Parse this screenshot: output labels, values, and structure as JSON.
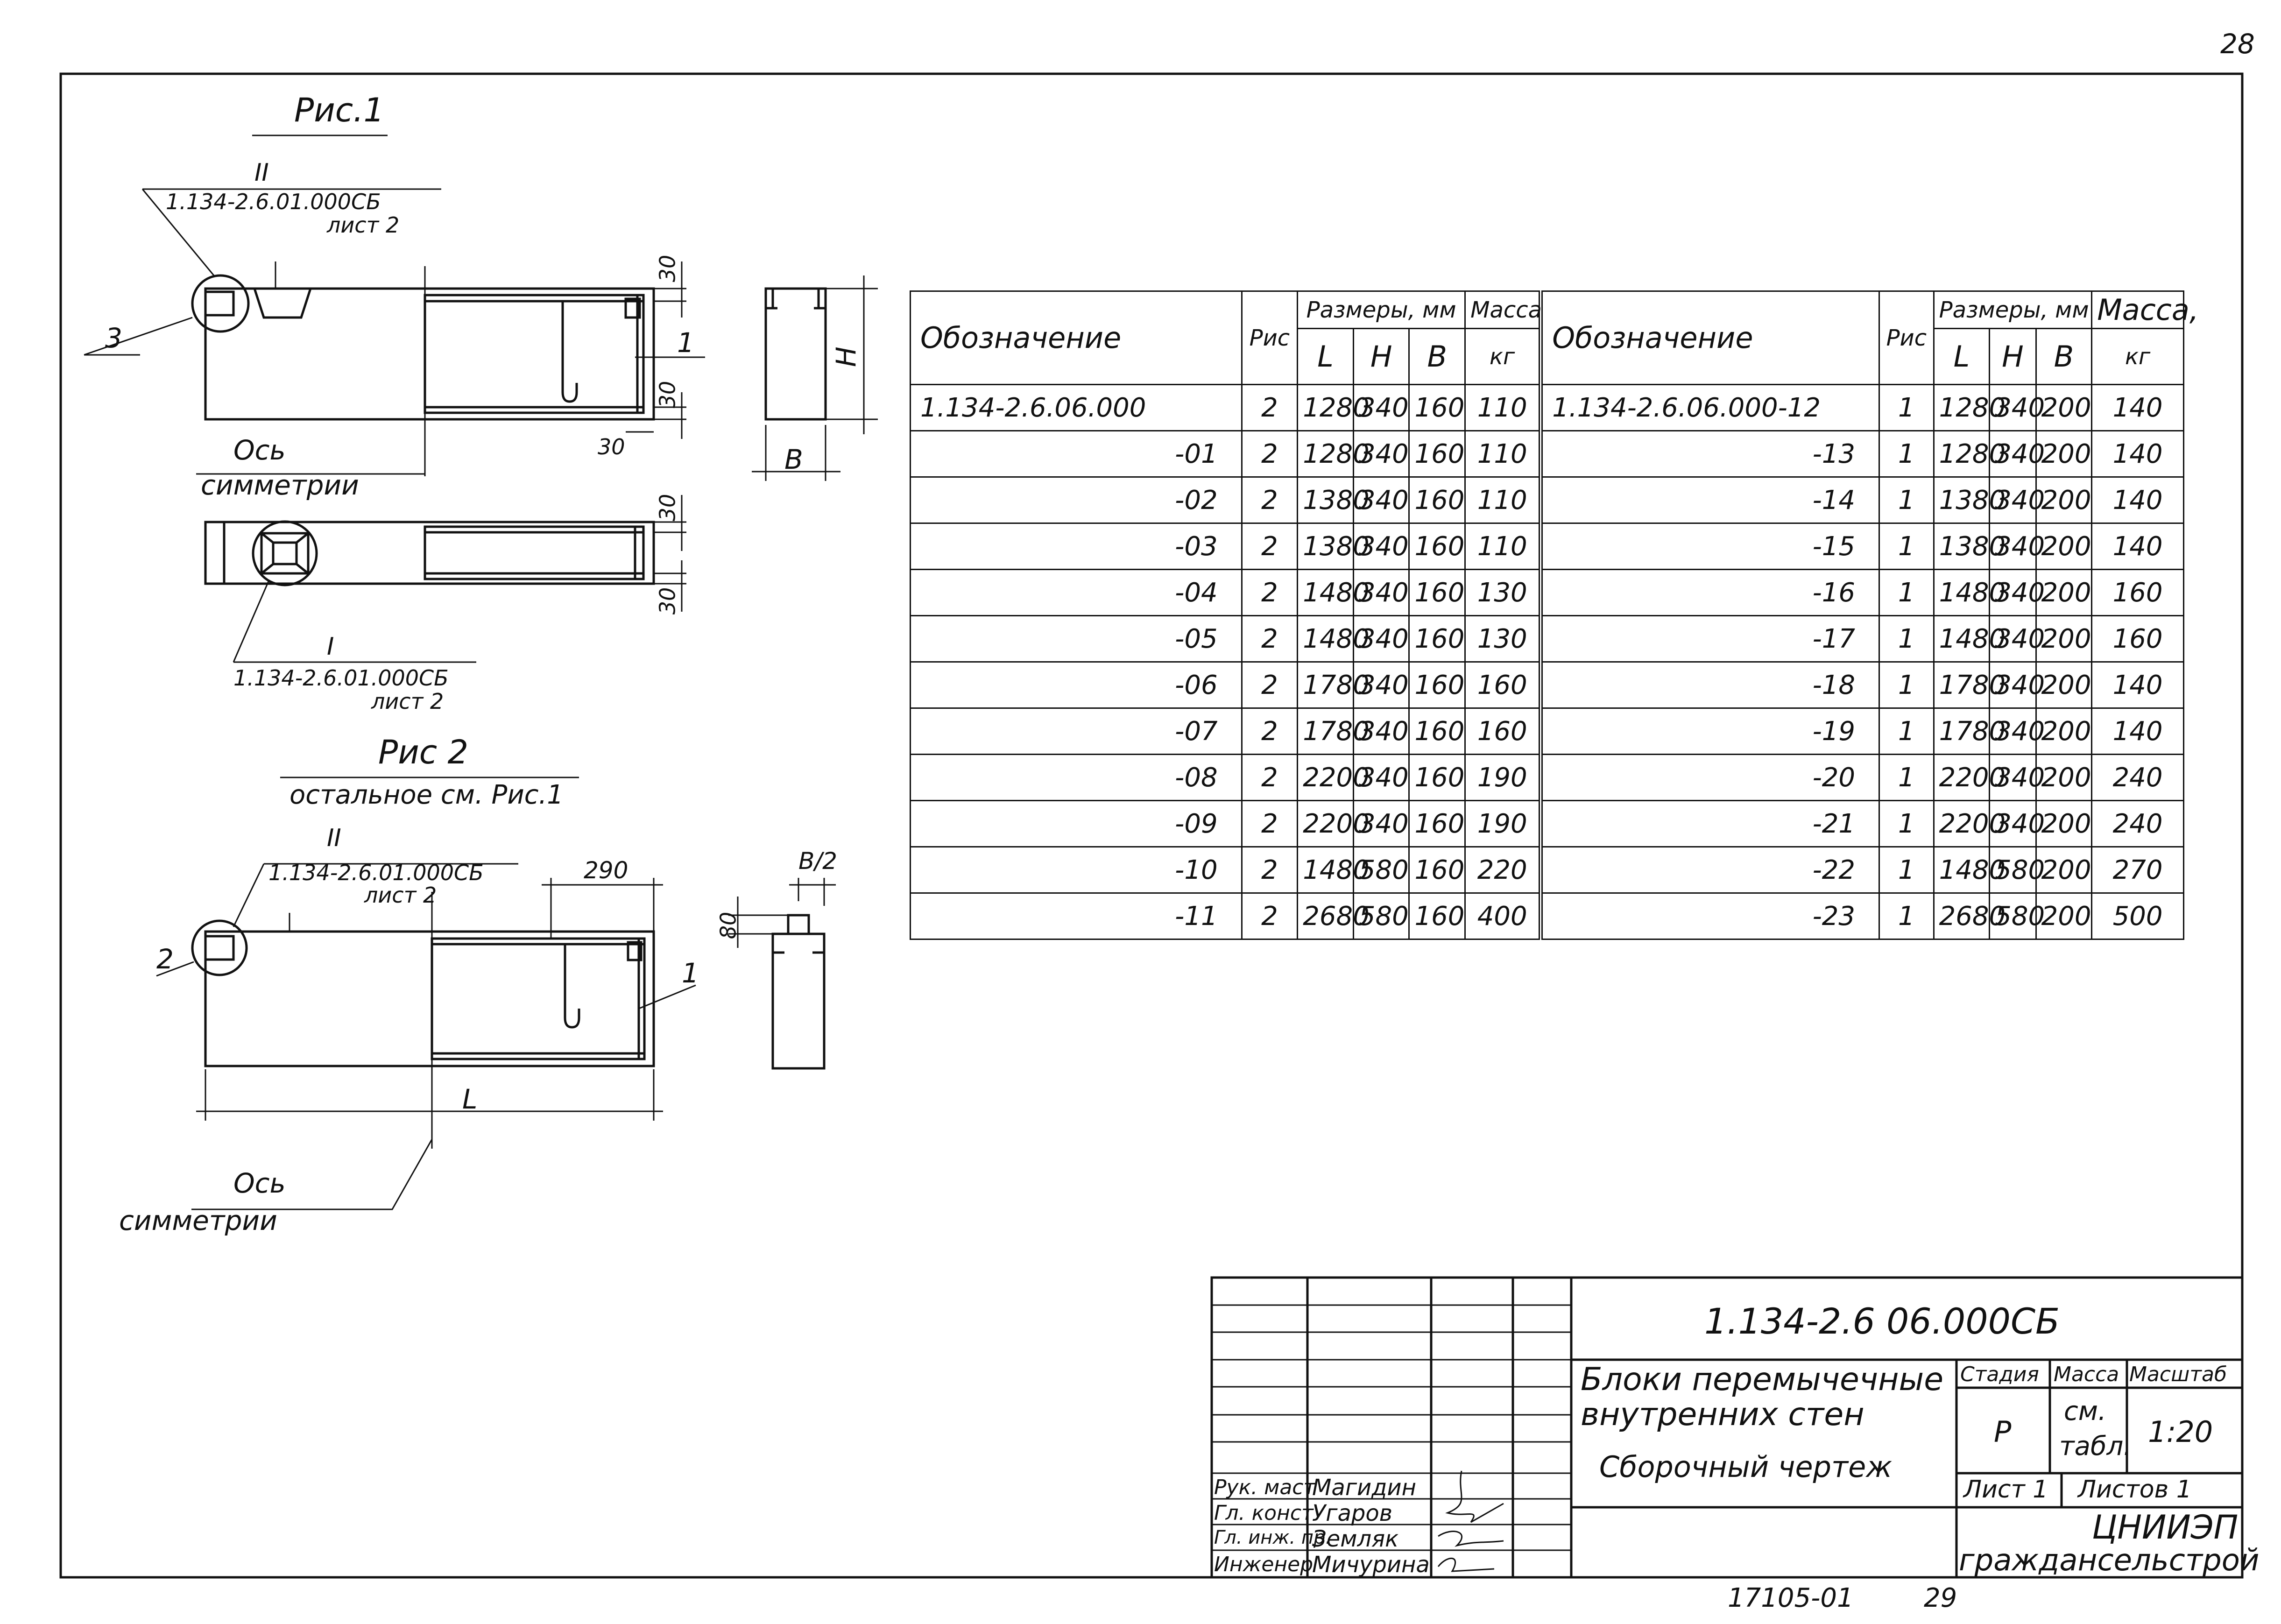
{
  "page_number": "28",
  "fig1": {
    "title": "Рис.1",
    "ref_top_num": "II",
    "ref_top_code": "1.134-2.6.01.000СБ",
    "ref_top_sheet": "лист 2",
    "ref_bottom_num": "I",
    "ref_bottom_code": "1.134-2.6.01.000СБ",
    "ref_bottom_sheet": "лист 2",
    "callout_3": "3",
    "callout_1": "1",
    "axis_label_1": "Ось",
    "axis_label_2": "симметрии",
    "dim_30_a": "30",
    "dim_30_b": "30",
    "dim_30_c": "30",
    "dim_30_d": "30",
    "dim_30_e": "30",
    "dim_H": "H",
    "dim_B": "B"
  },
  "fig2": {
    "title": "Рис 2",
    "subtitle": "остальное см. Рис.1",
    "ref_num": "II",
    "ref_code": "1.134-2.6.01.000СБ",
    "ref_sheet": "лист 2",
    "dim_290": "290",
    "dim_B2": "B/2",
    "dim_80": "80",
    "dim_L": "L",
    "callout_2": "2",
    "callout_1": "1",
    "axis_label_1": "Ось",
    "axis_label_2": "симметрии"
  },
  "spec_table": {
    "header": {
      "designation": "Обозначение",
      "fig": "Рис",
      "sizes": "Размеры, мм",
      "L": "L",
      "H": "H",
      "B": "B",
      "mass": "Масса",
      "mass_unit": "кг",
      "designation2": "Обозначение",
      "fig2": "Рис",
      "sizes2": "Размеры, мм",
      "L2": "L",
      "H2": "H",
      "B2": "B",
      "mass2": "Масса,",
      "mass_unit2": "кг"
    },
    "rows": [
      {
        "d1": "1.134-2.6.06.000",
        "f1": "2",
        "L1": "1280",
        "H1": "340",
        "B1": "160",
        "m1": "110",
        "d2": "1.134-2.6.06.000-12",
        "f2": "1",
        "L2": "1280",
        "H2": "340",
        "B2": "200",
        "m2": "140"
      },
      {
        "d1": "-01",
        "f1": "2",
        "L1": "1280",
        "H1": "340",
        "B1": "160",
        "m1": "110",
        "d2": "-13",
        "f2": "1",
        "L2": "1280",
        "H2": "340",
        "B2": "200",
        "m2": "140"
      },
      {
        "d1": "-02",
        "f1": "2",
        "L1": "1380",
        "H1": "340",
        "B1": "160",
        "m1": "110",
        "d2": "-14",
        "f2": "1",
        "L2": "1380",
        "H2": "340",
        "B2": "200",
        "m2": "140"
      },
      {
        "d1": "-03",
        "f1": "2",
        "L1": "1380",
        "H1": "340",
        "B1": "160",
        "m1": "110",
        "d2": "-15",
        "f2": "1",
        "L2": "1380",
        "H2": "340",
        "B2": "200",
        "m2": "140"
      },
      {
        "d1": "-04",
        "f1": "2",
        "L1": "1480",
        "H1": "340",
        "B1": "160",
        "m1": "130",
        "d2": "-16",
        "f2": "1",
        "L2": "1480",
        "H2": "340",
        "B2": "200",
        "m2": "160"
      },
      {
        "d1": "-05",
        "f1": "2",
        "L1": "1480",
        "H1": "340",
        "B1": "160",
        "m1": "130",
        "d2": "-17",
        "f2": "1",
        "L2": "1480",
        "H2": "340",
        "B2": "200",
        "m2": "160"
      },
      {
        "d1": "-06",
        "f1": "2",
        "L1": "1780",
        "H1": "340",
        "B1": "160",
        "m1": "160",
        "d2": "-18",
        "f2": "1",
        "L2": "1780",
        "H2": "340",
        "B2": "200",
        "m2": "140"
      },
      {
        "d1": "-07",
        "f1": "2",
        "L1": "1780",
        "H1": "340",
        "B1": "160",
        "m1": "160",
        "d2": "-19",
        "f2": "1",
        "L2": "1780",
        "H2": "340",
        "B2": "200",
        "m2": "140"
      },
      {
        "d1": "-08",
        "f1": "2",
        "L1": "2200",
        "H1": "340",
        "B1": "160",
        "m1": "190",
        "d2": "-20",
        "f2": "1",
        "L2": "2200",
        "H2": "340",
        "B2": "200",
        "m2": "240"
      },
      {
        "d1": "-09",
        "f1": "2",
        "L1": "2200",
        "H1": "340",
        "B1": "160",
        "m1": "190",
        "d2": "-21",
        "f2": "1",
        "L2": "2200",
        "H2": "340",
        "B2": "200",
        "m2": "240"
      },
      {
        "d1": "-10",
        "f1": "2",
        "L1": "1480",
        "H1": "580",
        "B1": "160",
        "m1": "220",
        "d2": "-22",
        "f2": "1",
        "L2": "1480",
        "H2": "580",
        "B2": "200",
        "m2": "270"
      },
      {
        "d1": "-11",
        "f1": "2",
        "L1": "2680",
        "H1": "580",
        "B1": "160",
        "m1": "400",
        "d2": "-23",
        "f2": "1",
        "L2": "2680",
        "H2": "580",
        "B2": "200",
        "m2": "500"
      }
    ]
  },
  "title_block": {
    "doc_code": "1.134-2.6 06.000СБ",
    "name_line1": "Блоки перемычечные",
    "name_line2": "внутренних стен",
    "name_line3": "Сборочный чертеж",
    "stage_label": "Стадия",
    "mass_label": "Масса",
    "scale_label": "Масштаб",
    "stage_value": "Р",
    "mass_value_1": "см.",
    "mass_value_2": "табл.",
    "scale_value": "1:20",
    "sheet_label": "Лист 1",
    "sheets_label": "Листов 1",
    "org_1": "ЦНИИЭП",
    "org_2": "граждансельстрой",
    "signers": [
      {
        "role": "Рук. маст",
        "name": "Магидин"
      },
      {
        "role": "Гл. конст",
        "name": "Угаров"
      },
      {
        "role": "Гл. инж. пр.",
        "name": "Земляк"
      },
      {
        "role": "Инженер",
        "name": "Мичурина"
      }
    ]
  },
  "footer": {
    "archive_no": "17105-01",
    "page": "29"
  }
}
